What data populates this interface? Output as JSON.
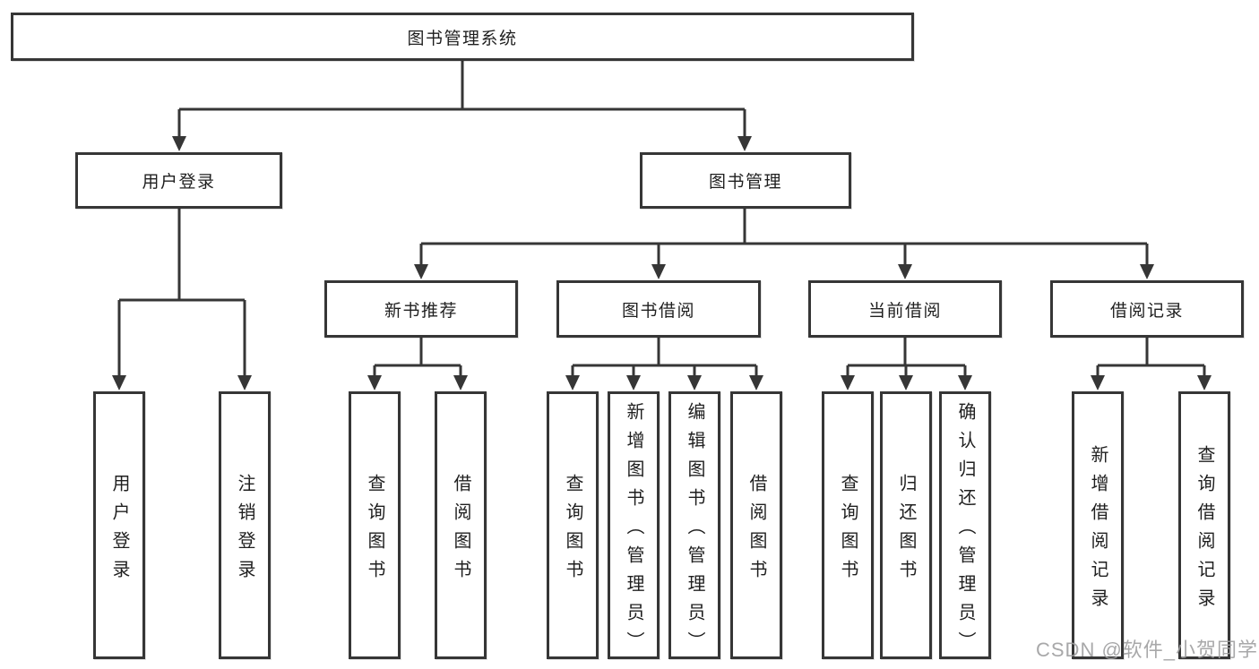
{
  "diagram": {
    "root": {
      "label": "图书管理系统"
    },
    "branches": [
      {
        "label": "用户登录",
        "children": [
          {
            "label": "用户登录"
          },
          {
            "label": "注销登录"
          }
        ]
      },
      {
        "label": "图书管理",
        "children": [
          {
            "label": "新书推荐",
            "children": [
              {
                "label": "查询图书"
              },
              {
                "label": "借阅图书"
              }
            ]
          },
          {
            "label": "图书借阅",
            "children": [
              {
                "label": "查询图书"
              },
              {
                "label": "新增图书（管理员）"
              },
              {
                "label": "编辑图书（管理员）"
              },
              {
                "label": "借阅图书"
              }
            ]
          },
          {
            "label": "当前借阅",
            "children": [
              {
                "label": "查询图书"
              },
              {
                "label": "归还图书"
              },
              {
                "label": "确认归还（管理员）"
              }
            ]
          },
          {
            "label": "借阅记录",
            "children": [
              {
                "label": "新增借阅记录"
              },
              {
                "label": "查询借阅记录"
              }
            ]
          }
        ]
      }
    ]
  },
  "watermark": {
    "text": "CSDN @软件_小贺同学"
  },
  "colors": {
    "line": "#363636",
    "box_border": "#363636",
    "text": "#1f1f1f",
    "watermark": "#9e9ea0",
    "background": "#ffffff"
  }
}
